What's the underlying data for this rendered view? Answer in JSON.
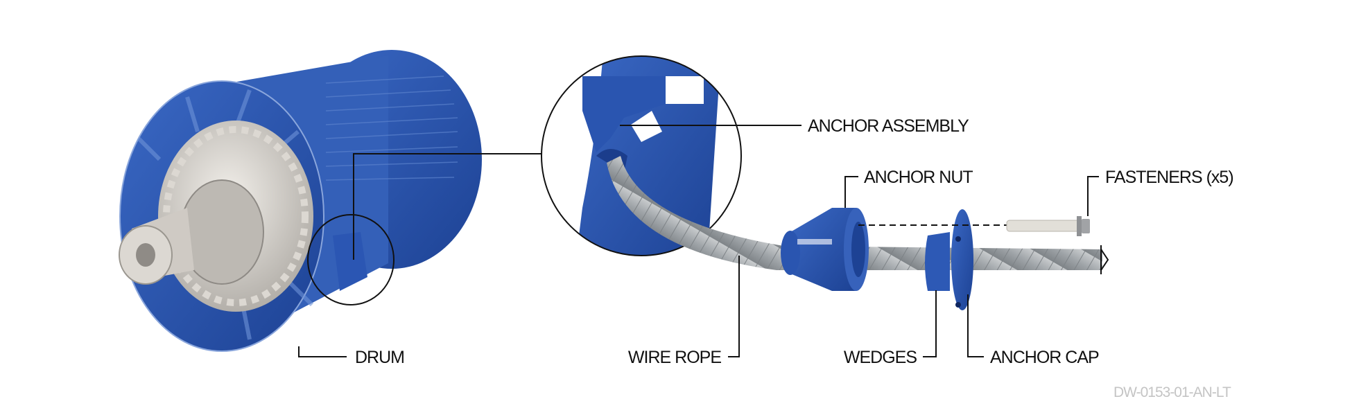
{
  "labels": {
    "drum": "DRUM",
    "anchor_assembly": "ANCHOR ASSEMBLY",
    "anchor_nut": "ANCHOR NUT",
    "fasteners": "FASTENERS (x5)",
    "wire_rope": "WIRE ROPE",
    "wedges": "WEDGES",
    "anchor_cap": "ANCHOR CAP"
  },
  "drawing_number": "DW-0153-01-AN-LT",
  "colors": {
    "blue": "#2b56b3",
    "blue_dark": "#1b3d8c",
    "steel": "#c9c6c1",
    "rope": "#a4a8ab"
  }
}
